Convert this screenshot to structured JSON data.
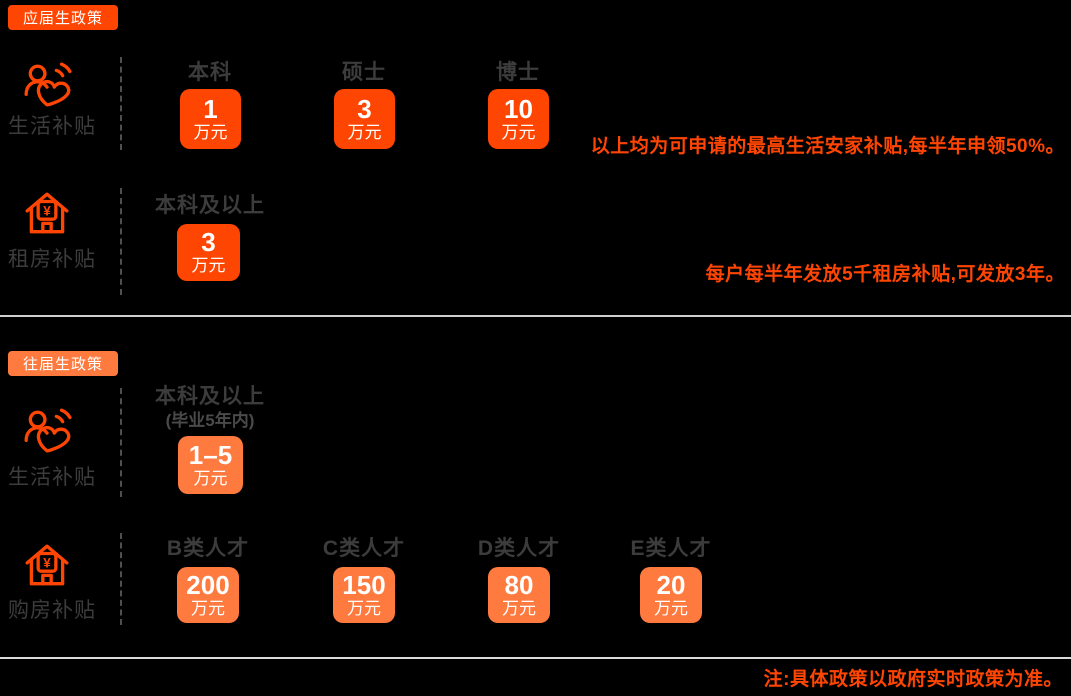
{
  "colors": {
    "background": "#000000",
    "accent_fresh": "#ff4502",
    "accent_prev": "#ff7a3e",
    "text_dark": "#3c3c3c",
    "text_sub": "#4a4a4a",
    "divider_light": "#d4d4d4",
    "dashed_line": "#4f4f4f"
  },
  "sections": [
    {
      "badge": "应届生政策",
      "rows": [
        {
          "label": "生活补贴",
          "icon": "care-person-icon",
          "columns": [
            {
              "header": "本科",
              "value": "1",
              "unit": "万元"
            },
            {
              "header": "硕士",
              "value": "3",
              "unit": "万元"
            },
            {
              "header": "博士",
              "value": "10",
              "unit": "万元"
            }
          ],
          "note": "以上均为可申请的最高生活安家补贴,每半年申领50%。"
        },
        {
          "label": "租房补贴",
          "icon": "house-yuan-icon",
          "columns": [
            {
              "header": "本科及以上",
              "value": "3",
              "unit": "万元"
            }
          ],
          "note": "每户每半年发放5千租房补贴,可发放3年。"
        }
      ]
    },
    {
      "badge": "往届生政策",
      "rows": [
        {
          "label": "生活补贴",
          "icon": "care-person-icon",
          "columns": [
            {
              "header": "本科及以上",
              "subheader": "(毕业5年内)",
              "value": "1–5",
              "unit": "万元"
            }
          ]
        },
        {
          "label": "购房补贴",
          "icon": "house-yuan-icon",
          "columns": [
            {
              "header": "B类人才",
              "value": "200",
              "unit": "万元"
            },
            {
              "header": "C类人才",
              "value": "150",
              "unit": "万元"
            },
            {
              "header": "D类人才",
              "value": "80",
              "unit": "万元"
            },
            {
              "header": "E类人才",
              "value": "20",
              "unit": "万元"
            }
          ]
        }
      ]
    }
  ],
  "footer": {
    "note": "注:具体政策以政府实时政策为准。"
  }
}
